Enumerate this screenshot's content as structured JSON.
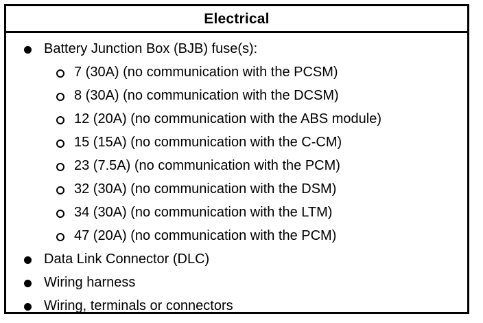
{
  "table": {
    "header": {
      "title": "Electrical"
    },
    "rows": [
      {
        "level": 1,
        "marker": "filled-bullet",
        "text": "Battery Junction Box (BJB) fuse(s):"
      },
      {
        "level": 2,
        "marker": "hollow-circle",
        "text": "7 (30A) (no communication with the PCSM)"
      },
      {
        "level": 2,
        "marker": "hollow-circle",
        "text": "8 (30A) (no communication with the DCSM)"
      },
      {
        "level": 2,
        "marker": "hollow-circle",
        "text": "12 (20A) (no communication with the ABS module)"
      },
      {
        "level": 2,
        "marker": "hollow-circle",
        "text": "15 (15A) (no communication with the C-CM)"
      },
      {
        "level": 2,
        "marker": "hollow-circle",
        "text": "23 (7.5A) (no communication with the PCM)"
      },
      {
        "level": 2,
        "marker": "hollow-circle",
        "text": "32 (30A) (no communication with the DSM)"
      },
      {
        "level": 2,
        "marker": "hollow-circle",
        "text": "34 (30A) (no communication with the LTM)"
      },
      {
        "level": 2,
        "marker": "hollow-circle",
        "text": "47 (20A) (no communication with the PCM)"
      },
      {
        "level": 1,
        "marker": "filled-bullet",
        "text": "Data Link Connector (DLC)"
      },
      {
        "level": 1,
        "marker": "filled-bullet",
        "text": "Wiring harness"
      },
      {
        "level": 1,
        "marker": "filled-bullet",
        "text": "Wiring, terminals or connectors"
      }
    ]
  },
  "colors": {
    "border": "#000000",
    "text": "#000000",
    "background": "#ffffff"
  }
}
